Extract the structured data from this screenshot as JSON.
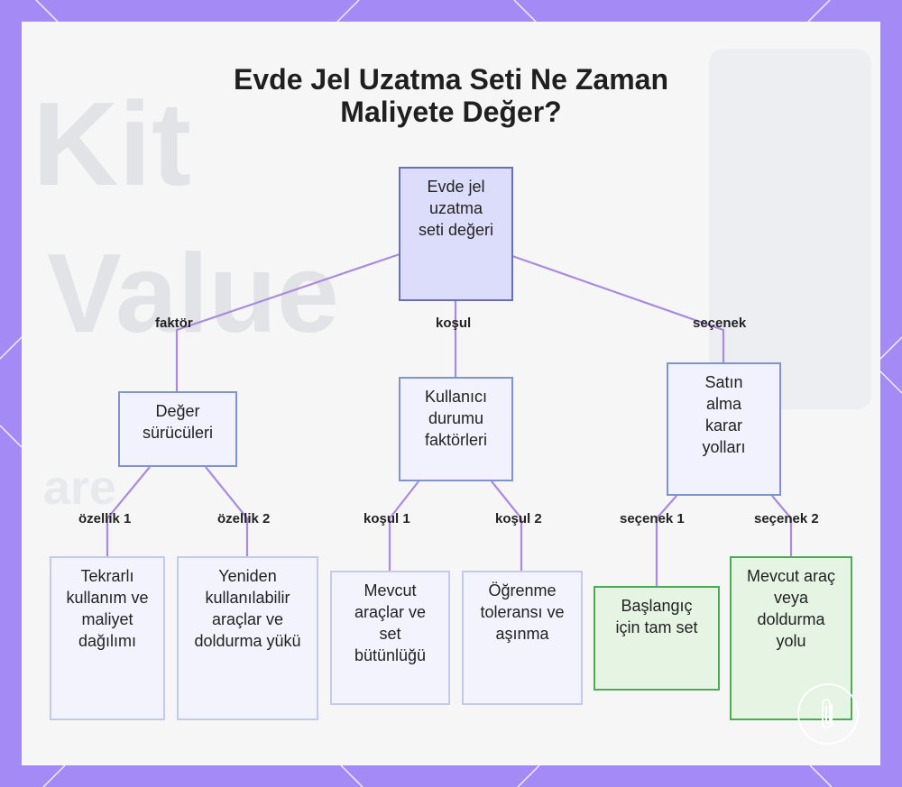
{
  "title": {
    "line1": "Evde Jel Uzatma Seti Ne Zaman",
    "line2": "Maliyete Değer?"
  },
  "background_text": {
    "line1": "Kit",
    "line2": "Value",
    "line3": "are"
  },
  "colors": {
    "frame": "#a48af5",
    "root_fill": "#dcdcfb",
    "mid_fill": "#f1f2fd",
    "green_fill": "#e6f4e4",
    "green_border": "#4cac55",
    "edge": "#a98ae0"
  },
  "nodes": {
    "root": "Evde jel uzatma seti değeri",
    "value_drivers": "Değer sürücüleri",
    "user_conditions": "Kullanıcı durumu faktörleri",
    "purchase_paths": "Satın alma karar yolları",
    "leaf_reuse": "Tekrarlı kullanım ve maliyet dağılımı",
    "leaf_refill": "Yeniden kullanılabilir araçlar ve doldurma yükü",
    "leaf_tools": "Mevcut araçlar ve set bütünlüğü",
    "leaf_learning": "Öğrenme toleransı ve aşınma",
    "leaf_fullset": "Başlangıç için tam set",
    "leaf_existing": "Mevcut araç veya doldurma yolu"
  },
  "edge_labels": {
    "factor": "faktör",
    "condition": "koşul",
    "option": "seçenek",
    "feature1": "özellik 1",
    "feature2": "özellik 2",
    "condition1": "koşul 1",
    "condition2": "koşul 2",
    "option1": "seçenek 1",
    "option2": "seçenek 2"
  },
  "badge_icon": "paperclip-icon"
}
